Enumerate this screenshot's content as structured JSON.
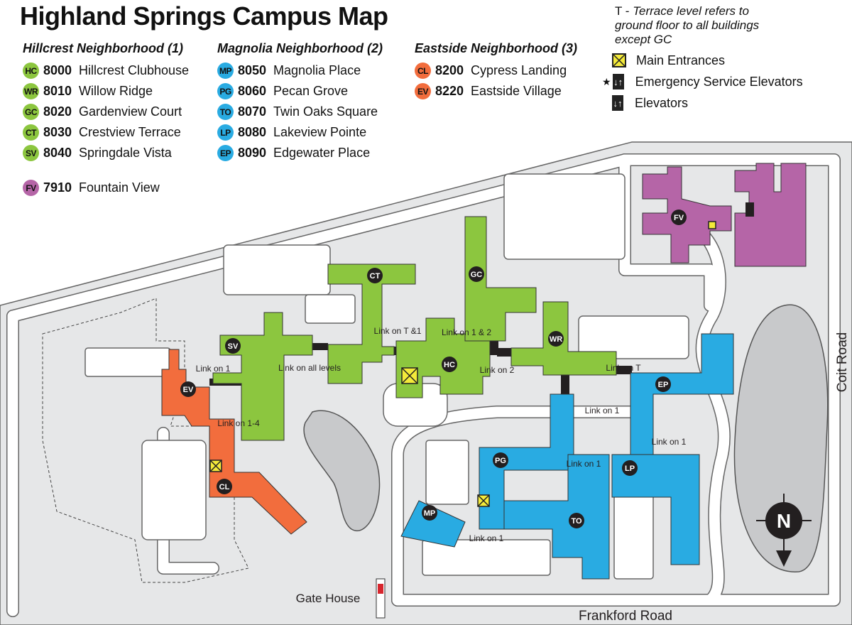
{
  "title": "Highland Springs Campus Map",
  "colors": {
    "hillcrest": "#8cc63f",
    "magnolia": "#29abe2",
    "eastside": "#f26d3d",
    "fountain": "#b565a7",
    "ground": "#e6e7e8",
    "entrance": "#f4ea3a"
  },
  "neighborhoods": [
    {
      "heading": "Hillcrest Neighborhood (1)",
      "buildings": [
        {
          "code": "HC",
          "number": "8000",
          "name": "Hillcrest Clubhouse"
        },
        {
          "code": "WR",
          "number": "8010",
          "name": "Willow Ridge"
        },
        {
          "code": "GC",
          "number": "8020",
          "name": "Gardenview Court"
        },
        {
          "code": "CT",
          "number": "8030",
          "name": "Crestview Terrace"
        },
        {
          "code": "SV",
          "number": "8040",
          "name": "Springdale Vista"
        }
      ]
    },
    {
      "heading": "Magnolia Neighborhood (2)",
      "buildings": [
        {
          "code": "MP",
          "number": "8050",
          "name": "Magnolia Place"
        },
        {
          "code": "PG",
          "number": "8060",
          "name": "Pecan Grove"
        },
        {
          "code": "TO",
          "number": "8070",
          "name": "Twin Oaks Square"
        },
        {
          "code": "LP",
          "number": "8080",
          "name": "Lakeview Pointe"
        },
        {
          "code": "EP",
          "number": "8090",
          "name": "Edgewater Place"
        }
      ]
    },
    {
      "heading": "Eastside Neighborhood (3)",
      "buildings": [
        {
          "code": "CL",
          "number": "8200",
          "name": "Cypress Landing"
        },
        {
          "code": "EV",
          "number": "8220",
          "name": "Eastside Village"
        }
      ]
    }
  ],
  "other_building": {
    "code": "FV",
    "number": "7910",
    "name": "Fountain View"
  },
  "key": {
    "note_prefix": "T - ",
    "note": "Terrace level refers to ground floor to all buildings except GC",
    "entrances": "Main Entrances",
    "emergency_elevators": "Emergency Service Elevators",
    "elevators": "Elevators"
  },
  "map_labels": {
    "link_sv_ct": "Link on all levels",
    "link_ct_hc": "Link on T &1",
    "link_hc_gc": "Link on 1 & 2",
    "link_hc_wr": "Link on 2",
    "link_wr_ep": "Link on T",
    "link_wr_pg": "Link on 1",
    "link_ep_lp": "Link on 1",
    "link_to_lp": "Link on 1",
    "link_sv_ev": "Link on 1",
    "link_ev_cl": "Link on 1-4",
    "link_mp_to": "Link on 1",
    "gate_house": "Gate House",
    "frankford": "Frankford Road",
    "coit": "Coit Road",
    "north": "N"
  }
}
